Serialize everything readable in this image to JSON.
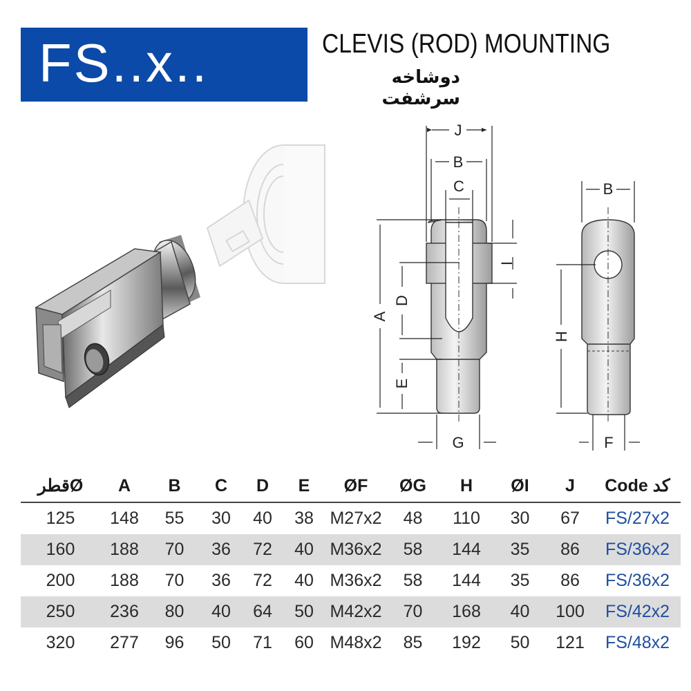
{
  "header": {
    "code": "FS..x..",
    "title_en": "CLEVIS (ROD) MOUNTING",
    "title_fa": "دوشاخه سرشفت"
  },
  "drawing": {
    "labels": {
      "J": "J",
      "B": "B",
      "C": "C",
      "A": "A",
      "D": "D",
      "E": "E",
      "I": "I",
      "G": "G",
      "H": "H",
      "F": "F"
    }
  },
  "table": {
    "columns": [
      "قطرØ",
      "A",
      "B",
      "C",
      "D",
      "E",
      "ØF",
      "ØG",
      "H",
      "ØI",
      "J",
      "Code کد"
    ],
    "rows": [
      [
        "125",
        "148",
        "55",
        "30",
        "40",
        "38",
        "M27x2",
        "48",
        "110",
        "30",
        "67",
        "FS/27x2"
      ],
      [
        "160",
        "188",
        "70",
        "36",
        "72",
        "40",
        "M36x2",
        "58",
        "144",
        "35",
        "86",
        "FS/36x2"
      ],
      [
        "200",
        "188",
        "70",
        "36",
        "72",
        "40",
        "M36x2",
        "58",
        "144",
        "35",
        "86",
        "FS/36x2"
      ],
      [
        "250",
        "236",
        "80",
        "40",
        "64",
        "50",
        "M42x2",
        "70",
        "168",
        "40",
        "100",
        "FS/42x2"
      ],
      [
        "320",
        "277",
        "96",
        "50",
        "71",
        "60",
        "M48x2",
        "85",
        "192",
        "50",
        "121",
        "FS/48x2"
      ]
    ]
  },
  "colors": {
    "banner": "#0b4aa8",
    "code_text": "#1f4e9e",
    "row_stripe": "#dcdcdc"
  }
}
